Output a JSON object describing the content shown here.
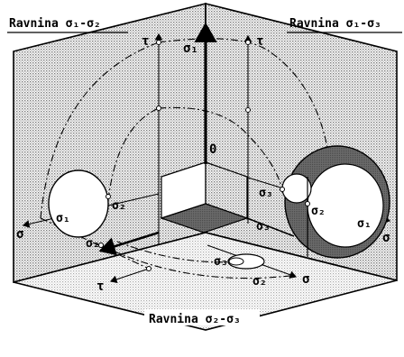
{
  "planes": {
    "s1_s2": "Ravnina σ₁-σ₂",
    "s1_s3": "Ravnina σ₁-σ₃",
    "s2_s3": "Ravnina σ₂-σ₃"
  },
  "labels": {
    "origin": "0",
    "tau": "τ",
    "sigma": "σ",
    "sigma1": "σ₁",
    "sigma2": "σ₂",
    "sigma3": "σ₃"
  },
  "colors": {
    "ink": "#000000",
    "hatch": "#8a8a8a",
    "mohr_fill": "#7a7a7a"
  }
}
